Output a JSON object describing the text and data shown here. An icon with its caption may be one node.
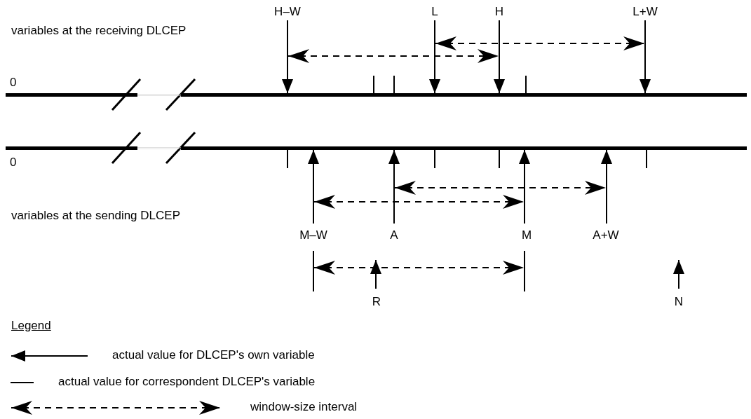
{
  "diagram": {
    "nodes": [
      {
        "text": [],
        "shape": "bar"
      },
      {
        "text": [],
        "shape": "bar"
      },
      {
        "text": [
          "H–W"
        ]
      },
      {
        "text": [
          "L"
        ]
      },
      {
        "text": [
          "H"
        ]
      },
      {
        "text": [
          "L+W"
        ]
      },
      {
        "text": [
          "M–W"
        ]
      },
      {
        "text": [
          "A"
        ]
      },
      {
        "text": [
          "M"
        ]
      },
      {
        "text": [
          "A+W"
        ]
      },
      {
        "text": [
          "R"
        ]
      },
      {
        "text": [
          "N"
        ]
      }
    ],
    "edges": [
      {
        "from": 2,
        "to": 0,
        "arrow": "to"
      },
      {
        "from": 3,
        "to": 0,
        "arrow": "to"
      },
      {
        "from": 4,
        "to": 0,
        "arrow": "to"
      },
      {
        "from": 5,
        "to": 0,
        "arrow": "to"
      },
      {
        "from": 6,
        "to": 1,
        "arrow": "to"
      },
      {
        "from": 7,
        "to": 1,
        "arrow": "to"
      },
      {
        "from": 8,
        "to": 1,
        "arrow": "to"
      },
      {
        "from": 9,
        "to": 1,
        "arrow": "to"
      },
      {
        "from": 10,
        "to": null,
        "arrow": "to"
      },
      {
        "from": 11,
        "to": null,
        "arrow": "to"
      }
    ],
    "labels": [
      "variables at the receiving DLCEP",
      "0",
      "0",
      "variables at the sending DLCEP",
      "Legend"
    ],
    "legend": [
      {
        "text": "actual value for DLCEP's own variable"
      },
      {
        "text": "actual value for correspondent DLCEP's variable"
      },
      {
        "text": "window-size interval"
      }
    ]
  }
}
